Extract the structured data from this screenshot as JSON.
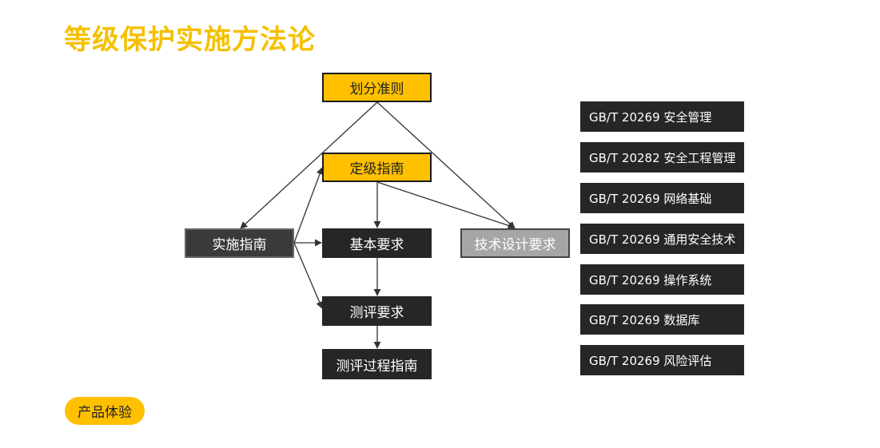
{
  "page": {
    "title": "等级保护实施方法论",
    "badge": "产品体验"
  },
  "colors": {
    "accent": "#FFC000",
    "title": "#F5C000",
    "dark_box": "#262626",
    "gray_box": "#A6A6A6"
  },
  "diagram": {
    "nodes": {
      "division_criteria": "划分准则",
      "grading_guide": "定级指南",
      "implementation_guide": "实施指南",
      "basic_requirements": "基本要求",
      "technical_design_requirements": "技术设计要求",
      "evaluation_requirements": "测评要求",
      "evaluation_process_guide": "测评过程指南"
    },
    "edges": [
      [
        "division_criteria",
        "implementation_guide"
      ],
      [
        "division_criteria",
        "technical_design_requirements"
      ],
      [
        "grading_guide",
        "basic_requirements"
      ],
      [
        "grading_guide",
        "technical_design_requirements"
      ],
      [
        "implementation_guide",
        "grading_guide"
      ],
      [
        "implementation_guide",
        "basic_requirements"
      ],
      [
        "implementation_guide",
        "evaluation_requirements"
      ],
      [
        "basic_requirements",
        "evaluation_requirements"
      ],
      [
        "evaluation_requirements",
        "evaluation_process_guide"
      ]
    ]
  },
  "standards": [
    "GB/T 20269 安全管理",
    "GB/T 20282 安全工程管理",
    "GB/T 20269 网络基础",
    "GB/T 20269 通用安全技术",
    "GB/T 20269 操作系统",
    "GB/T 20269 数据库",
    "GB/T 20269 风险评估"
  ]
}
